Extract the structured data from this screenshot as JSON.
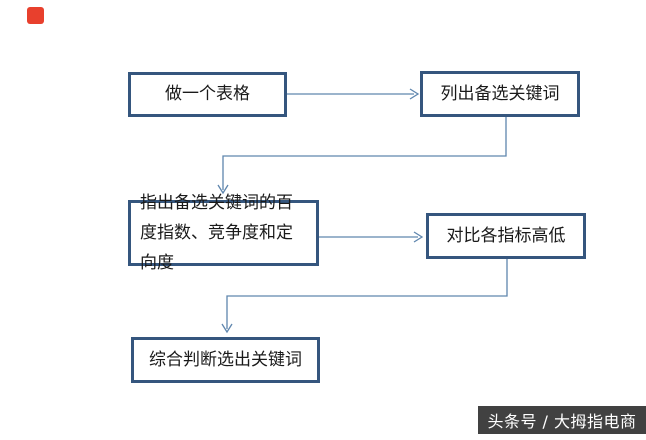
{
  "colors": {
    "box_border": "#35567E",
    "connector": "#5f86ae",
    "logo_red": "#E8402D",
    "badge_background": "#414141",
    "badge_text_color": "#FFFFFF"
  },
  "watermark": {
    "logo_icon": "red-square-logo",
    "badge_text": "头条号 / 大拇指电商"
  },
  "flowchart": {
    "boxes": [
      {
        "id": "make-table",
        "label": "做一个表格"
      },
      {
        "id": "list-candidate-keywords",
        "label": "列出备选关键词"
      },
      {
        "id": "indicate-metrics",
        "label": "指出备选关键词的百度指数、竞争度和定向度"
      },
      {
        "id": "compare-metrics",
        "label": "对比各指标高低"
      },
      {
        "id": "select-keywords",
        "label": "综合判断选出关键词"
      }
    ],
    "connections": [
      {
        "from": "make-table",
        "to": "list-candidate-keywords"
      },
      {
        "from": "list-candidate-keywords",
        "to": "indicate-metrics"
      },
      {
        "from": "indicate-metrics",
        "to": "compare-metrics"
      },
      {
        "from": "compare-metrics",
        "to": "select-keywords"
      }
    ]
  }
}
